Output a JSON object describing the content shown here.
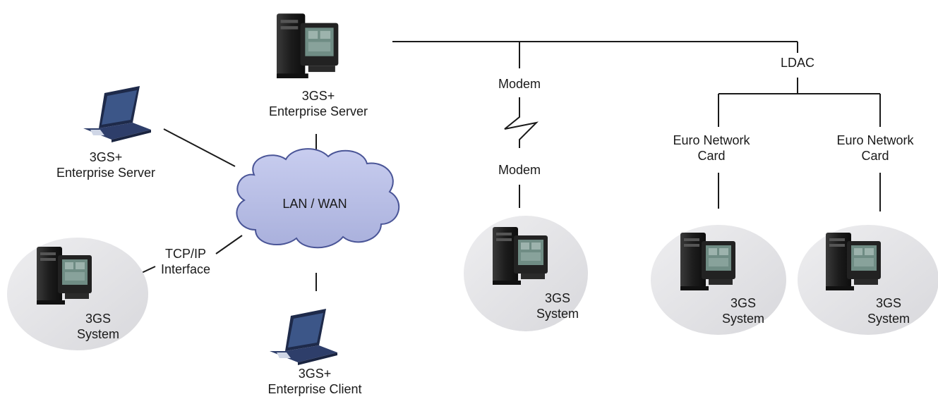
{
  "labels": {
    "server_top": [
      "3GS+",
      "Enterprise Server"
    ],
    "server_left": [
      "3GS+",
      "Enterprise Server"
    ],
    "client_bottom": [
      "3GS+",
      "Enterprise Client"
    ],
    "network": "LAN / WAN",
    "tcpip": [
      "TCP/IP",
      "Interface"
    ],
    "modem_top": "Modem",
    "modem_bottom": "Modem",
    "ldac": "LDAC",
    "euro_card_1": [
      "Euro Network",
      "Card"
    ],
    "euro_card_2": [
      "Euro Network",
      "Card"
    ],
    "system_left": [
      "3GS",
      "System"
    ],
    "system_modem": [
      "3GS",
      "System"
    ],
    "system_euro_1": [
      "3GS",
      "System"
    ],
    "system_euro_2": [
      "3GS",
      "System"
    ]
  },
  "icons": {
    "workstation": "desktop-computer-icon",
    "laptop": "laptop-icon",
    "cloud": "cloud-icon",
    "modem_link": "zigzag-link-icon"
  },
  "colors": {
    "line": "#1a1a1a",
    "cloud_fill": "#b8bfe6",
    "cloud_stroke": "#4a5597",
    "ellipse_fill": "#e4e4e6",
    "screen": "#6f8c84"
  }
}
